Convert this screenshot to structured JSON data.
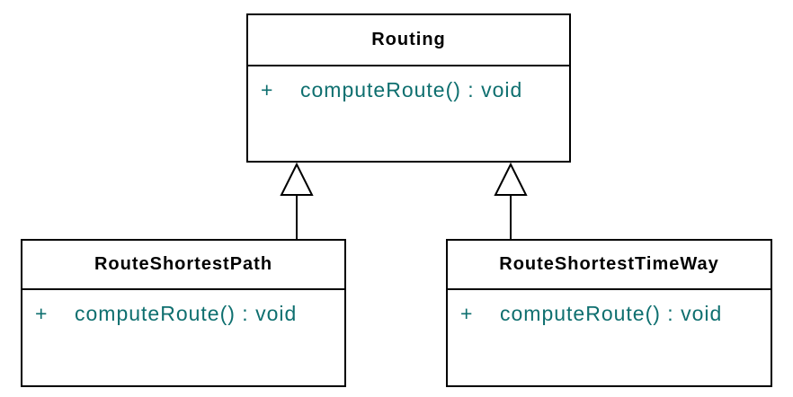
{
  "diagram": {
    "type": "uml-class-diagram",
    "classes": [
      {
        "name": "Routing",
        "methods": [
          {
            "visibility": "+",
            "signature": "computeRoute() : void"
          }
        ]
      },
      {
        "name": "RouteShortestPath",
        "methods": [
          {
            "visibility": "+",
            "signature": "computeRoute() : void"
          }
        ]
      },
      {
        "name": "RouteShortestTimeWay",
        "methods": [
          {
            "visibility": "+",
            "signature": "computeRoute() : void"
          }
        ]
      }
    ],
    "relationships": [
      {
        "type": "generalization",
        "from": "RouteShortestPath",
        "to": "Routing"
      },
      {
        "type": "generalization",
        "from": "RouteShortestTimeWay",
        "to": "Routing"
      }
    ],
    "colors": {
      "border": "#000000",
      "title_text": "#000000",
      "method_text": "#0e6f6f",
      "background": "#ffffff"
    }
  }
}
